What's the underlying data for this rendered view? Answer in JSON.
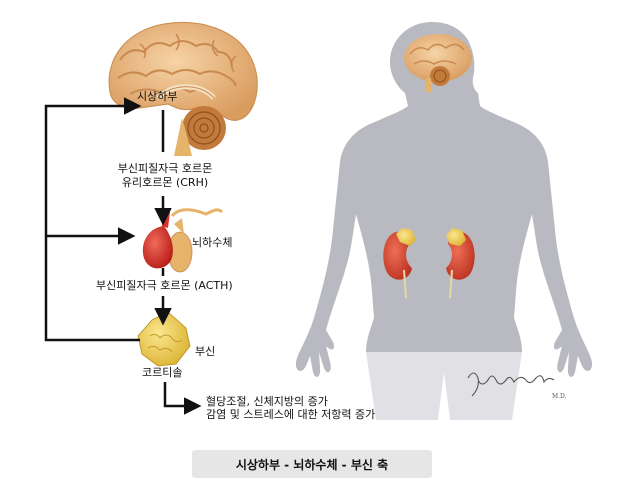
{
  "labels": {
    "hypothalamus": "시상하부",
    "crh_line1": "부신피질자극 호르몬",
    "crh_line2": "유리호르몬 (CRH)",
    "pituitary": "뇌하수체",
    "acth": "부신피질자극 호르몬 (ACTH)",
    "adrenal": "부신",
    "cortisol": "코르티솔",
    "effect_line1": "혈당조절, 신체지방의 증가",
    "effect_line2": "감염 및 스트레스에 대한 저항력 증가"
  },
  "caption": "시상하부 - 뇌하수체 - 부신 축",
  "signature": "Junsun Ryu M.D.",
  "colors": {
    "brain": "#e8b27a",
    "brain_dark": "#c98a4f",
    "cerebellum": "#c27a3a",
    "pituitary": "#d9302a",
    "pituitary_stalk": "#e6b36b",
    "adrenal": "#f0cf4a",
    "kidney": "#d8442e",
    "body": "#b9b9c1",
    "caption_bg": "#e6e6e6"
  }
}
